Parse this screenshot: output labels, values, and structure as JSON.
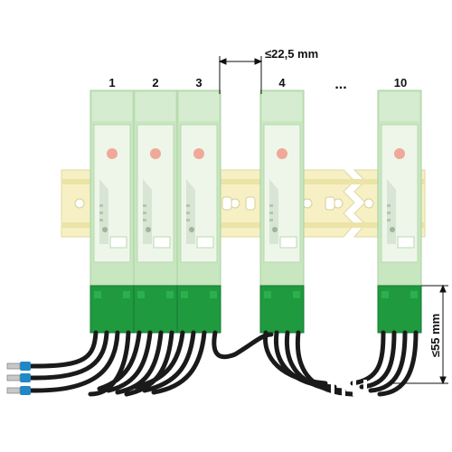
{
  "modules": [
    {
      "label": "1"
    },
    {
      "label": "2"
    },
    {
      "label": "3"
    },
    {
      "label": "4"
    },
    {
      "label": "10"
    }
  ],
  "ellipsis": "...",
  "width_dimension": "≤22,5 mm",
  "height_dimension": "≤55 mm",
  "colors": {
    "module_body": "#c8e6c0",
    "module_face": "#eef6ea",
    "terminal_block": "#1f9a3f",
    "led": "#f0a898",
    "din_rail": "#f6f0c4",
    "cable": "#1a1a1a",
    "ferrule": "#1e88c8"
  }
}
